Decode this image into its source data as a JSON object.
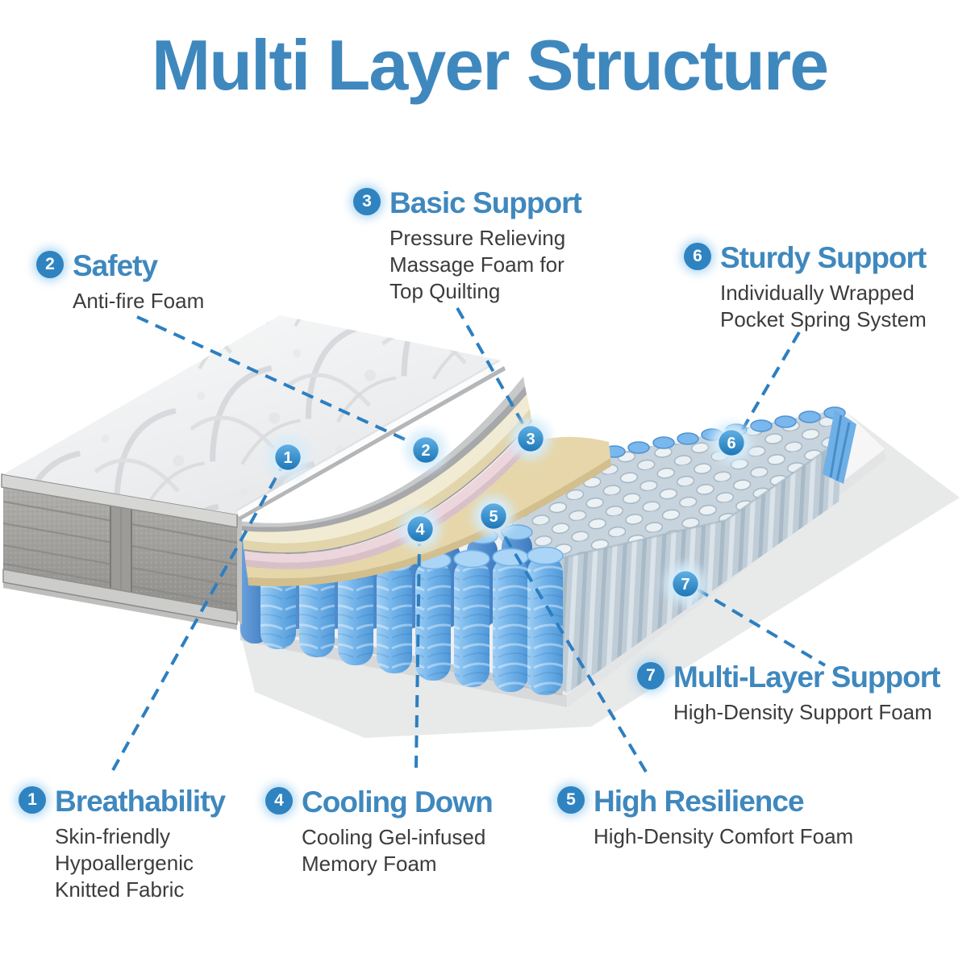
{
  "title": "Multi Layer Structure",
  "colors": {
    "accent_blue": "#3f88be",
    "badge_blue": "#2f83c0",
    "leader_line_blue": "#2c7fc1",
    "text_dark": "#3c3c3c",
    "spring_blue": "#6fb2ea",
    "foam_cream": "#f2ebd3",
    "foam_pink": "#ecd6dc",
    "foam_tan": "#e6d6a9",
    "fabric_gray": "#a3a2a0"
  },
  "callouts": [
    {
      "num": "1",
      "title": "Breathability",
      "desc": "Skin-friendly\nHypoallergenic\nKnitted Fabric"
    },
    {
      "num": "2",
      "title": "Safety",
      "desc": "Anti-fire Foam"
    },
    {
      "num": "3",
      "title": "Basic Support",
      "desc": "Pressure Relieving\nMassage Foam for\nTop Quilting"
    },
    {
      "num": "4",
      "title": "Cooling Down",
      "desc": "Cooling Gel-infused\nMemory Foam"
    },
    {
      "num": "5",
      "title": "High Resilience",
      "desc": "High-Density Comfort Foam"
    },
    {
      "num": "6",
      "title": "Sturdy Support",
      "desc": "Individually Wrapped\nPocket Spring System"
    },
    {
      "num": "7",
      "title": "Multi-Layer Support",
      "desc": "High-Density Support Foam"
    }
  ]
}
